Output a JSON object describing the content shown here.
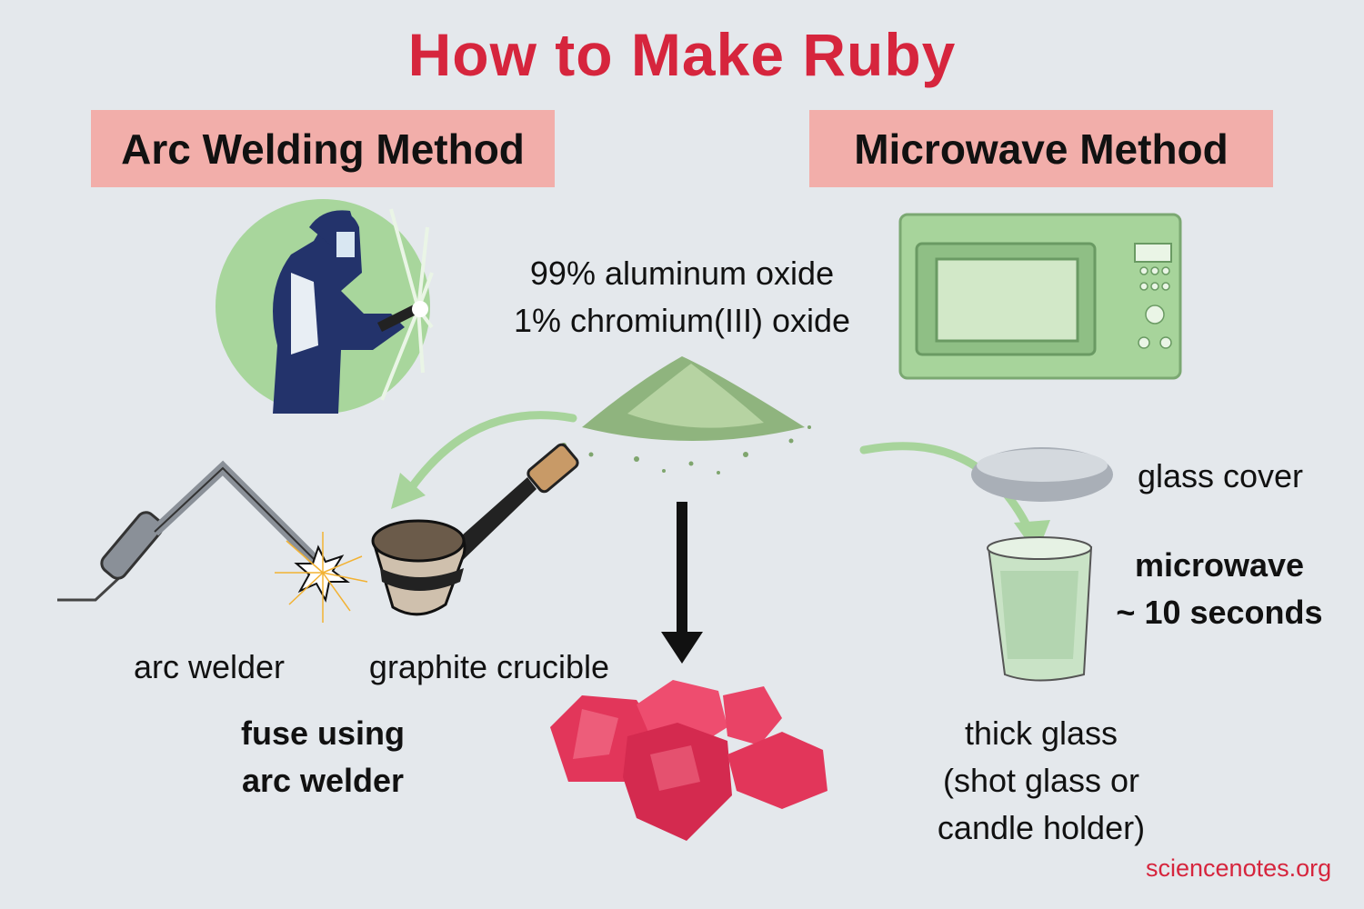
{
  "title": "How to Make Ruby",
  "methods": {
    "left": "Arc Welding Method",
    "right": "Microwave Method"
  },
  "ingredients": {
    "line1": "99% aluminum oxide",
    "line2": "1% chromium(III) oxide"
  },
  "labels": {
    "arc_welder": "arc welder",
    "crucible": "graphite crucible",
    "glass_cover": "glass cover",
    "fuse_line1": "fuse using",
    "fuse_line2": "arc welder",
    "microwave_line1": "microwave",
    "microwave_line2": "~ 10 seconds",
    "thick_glass_line1": "thick glass",
    "thick_glass_line2": "(shot glass or",
    "thick_glass_line3": "candle holder)"
  },
  "credit": "sciencenotes.org",
  "colors": {
    "title": "#d6253d",
    "method_box": "#f2aeaa",
    "background": "#e4e8ec",
    "arrow_green": "#a7d49b",
    "ruby": "#e2365a",
    "microwave": "#a7d49b"
  },
  "icons": [
    "welder-illustration",
    "microwave-icon",
    "powder-pile",
    "arc-welder-icon",
    "crucible-icon",
    "glass-cover-icon",
    "thick-glass-icon",
    "ruby-crystals"
  ]
}
